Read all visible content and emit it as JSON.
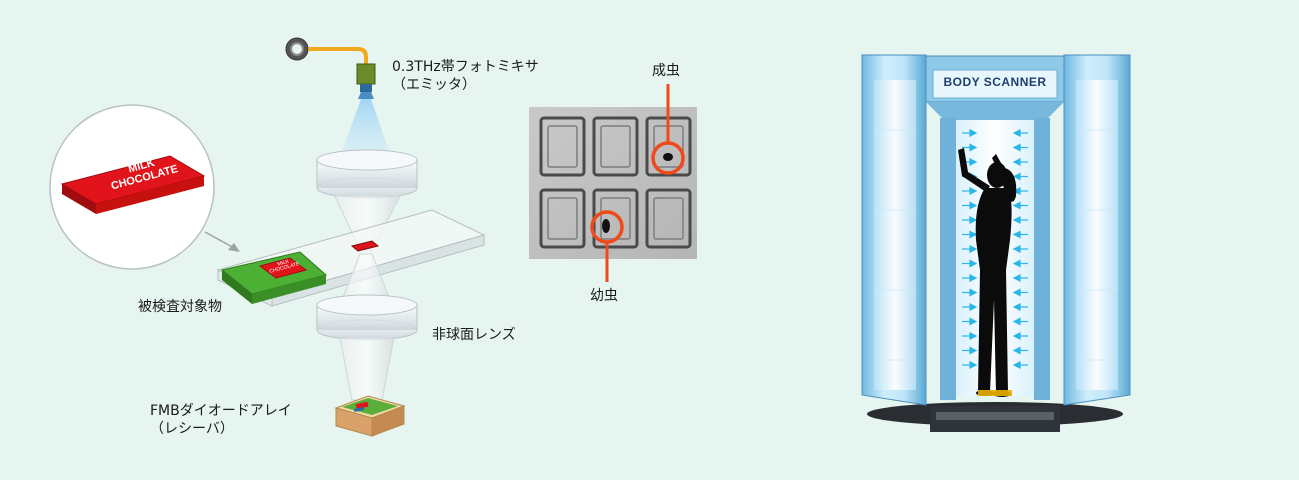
{
  "setup": {
    "emitter_line1": "0.3THz帯フォトミキサ",
    "emitter_line2": "（エミッタ）",
    "object_label": "被検査対象物",
    "lens_label": "非球面レンズ",
    "receiver_line1": "FMBダイオードアレイ",
    "receiver_line2": "（レシーバ）",
    "chocolate_text_1": "MILK",
    "chocolate_text_2": "CHOCOLATE",
    "small_bar_text_1": "MILK",
    "small_bar_text_2": "CHOCOLATE"
  },
  "scan": {
    "adult_label": "成虫",
    "larva_label": "幼虫"
  },
  "scanner": {
    "title": "BODY SCANNER"
  },
  "colors": {
    "background": "#e6f5ef",
    "chocolate_red": "#e2141b",
    "tray_green": "#4cb034",
    "marker_orange": "#f04a1a",
    "scanner_blue": "#9fd4ee",
    "arrow_cyan": "#29b6e8"
  }
}
